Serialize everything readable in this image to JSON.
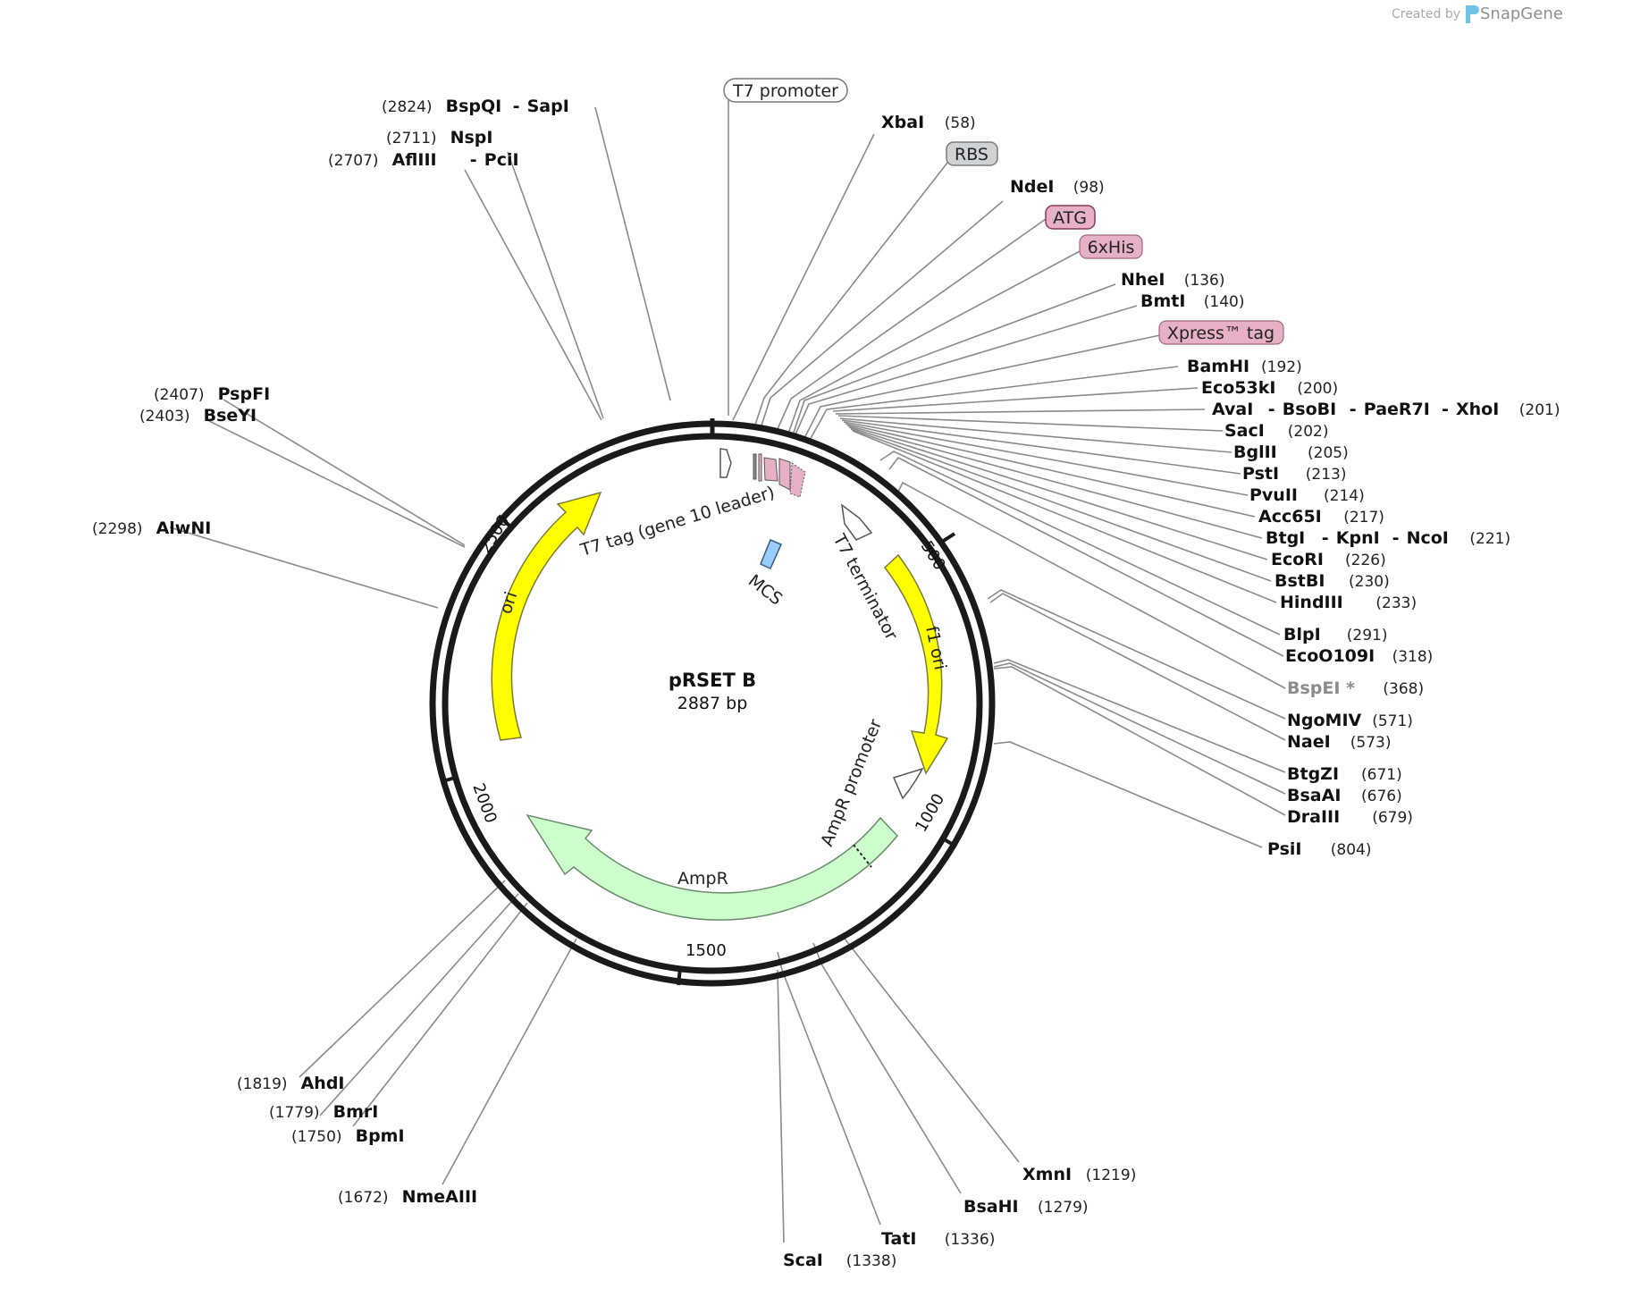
{
  "credit": {
    "prefix": "Created by",
    "brand": "SnapGene"
  },
  "plasmid": {
    "name": "pRSET B",
    "length_label": "2887 bp"
  },
  "ticks": [
    "500",
    "1000",
    "1500",
    "2000",
    "2500"
  ],
  "feature_labels": {
    "t7_promoter": "T7 promoter",
    "rbs": "RBS",
    "atg": "ATG",
    "his6": "6xHis",
    "xpress": "Xpress™ tag",
    "t7_tag": "T7 tag (gene 10 leader)",
    "mcs": "MCS",
    "t7_terminator": "T7 terminator",
    "f1_ori": "f1 ori",
    "ampr_promoter": "AmpR promoter",
    "ampr": "AmpR",
    "ori": "ori"
  },
  "sites": [
    {
      "id": "bspqi",
      "names": [
        "BspQI",
        "SapI"
      ],
      "pos": "(2824)"
    },
    {
      "id": "nspi",
      "names": [
        "NspI"
      ],
      "pos": "(2711)"
    },
    {
      "id": "aflii",
      "names": [
        "AflIII",
        "PciI"
      ],
      "pos": "(2707)"
    },
    {
      "id": "pspfi",
      "names": [
        "PspFI"
      ],
      "pos": "(2407)"
    },
    {
      "id": "bseyi",
      "names": [
        "BseYI"
      ],
      "pos": "(2403)"
    },
    {
      "id": "alwni",
      "names": [
        "AlwNI"
      ],
      "pos": "(2298)"
    },
    {
      "id": "xbai",
      "names": [
        "XbaI"
      ],
      "pos": "(58)"
    },
    {
      "id": "ndei",
      "names": [
        "NdeI"
      ],
      "pos": "(98)"
    },
    {
      "id": "nhei",
      "names": [
        "NheI"
      ],
      "pos": "(136)"
    },
    {
      "id": "bmti",
      "names": [
        "BmtI"
      ],
      "pos": "(140)"
    },
    {
      "id": "bamhi",
      "names": [
        "BamHI"
      ],
      "pos": "(192)"
    },
    {
      "id": "eco53ki",
      "names": [
        "Eco53kI"
      ],
      "pos": "(200)"
    },
    {
      "id": "avai",
      "names": [
        "AvaI",
        "BsoBI",
        "PaeR7I",
        "XhoI"
      ],
      "pos": "(201)"
    },
    {
      "id": "saci",
      "names": [
        "SacI"
      ],
      "pos": "(202)"
    },
    {
      "id": "bglii",
      "names": [
        "BglII"
      ],
      "pos": "(205)"
    },
    {
      "id": "psti",
      "names": [
        "PstI"
      ],
      "pos": "(213)"
    },
    {
      "id": "pvuii",
      "names": [
        "PvuII"
      ],
      "pos": "(214)"
    },
    {
      "id": "acc65i",
      "names": [
        "Acc65I"
      ],
      "pos": "(217)"
    },
    {
      "id": "btgi",
      "names": [
        "BtgI",
        "KpnI",
        "NcoI"
      ],
      "pos": "(221)"
    },
    {
      "id": "ecori",
      "names": [
        "EcoRI"
      ],
      "pos": "(226)"
    },
    {
      "id": "bstbi",
      "names": [
        "BstBI"
      ],
      "pos": "(230)"
    },
    {
      "id": "hindiii",
      "names": [
        "HindIII"
      ],
      "pos": "(233)"
    },
    {
      "id": "blpi",
      "names": [
        "BlpI"
      ],
      "pos": "(291)"
    },
    {
      "id": "ecoo109i",
      "names": [
        "EcoO109I"
      ],
      "pos": "(318)"
    },
    {
      "id": "bspei",
      "names": [
        "BspEI *"
      ],
      "pos": "(368)",
      "dim": true
    },
    {
      "id": "ngomiv",
      "names": [
        "NgoMIV"
      ],
      "pos": "(571)"
    },
    {
      "id": "naei",
      "names": [
        "NaeI"
      ],
      "pos": "(573)"
    },
    {
      "id": "btgzi",
      "names": [
        "BtgZI"
      ],
      "pos": "(671)"
    },
    {
      "id": "bsaai",
      "names": [
        "BsaAI"
      ],
      "pos": "(676)"
    },
    {
      "id": "draiii",
      "names": [
        "DraIII"
      ],
      "pos": "(679)"
    },
    {
      "id": "psii",
      "names": [
        "PsiI"
      ],
      "pos": "(804)"
    },
    {
      "id": "xmni",
      "names": [
        "XmnI"
      ],
      "pos": "(1219)"
    },
    {
      "id": "bsahi",
      "names": [
        "BsaHI"
      ],
      "pos": "(1279)"
    },
    {
      "id": "tati",
      "names": [
        "TatI"
      ],
      "pos": "(1336)"
    },
    {
      "id": "scai",
      "names": [
        "ScaI"
      ],
      "pos": "(1338)"
    },
    {
      "id": "ahdi",
      "names": [
        "AhdI"
      ],
      "pos": "(1819)"
    },
    {
      "id": "bmri",
      "names": [
        "BmrI"
      ],
      "pos": "(1779)"
    },
    {
      "id": "bpmi",
      "names": [
        "BpmI"
      ],
      "pos": "(1750)"
    },
    {
      "id": "nmeaiii",
      "names": [
        "NmeAIII"
      ],
      "pos": "(1672)"
    }
  ],
  "colors": {
    "backbone": "#1a1a1a",
    "ori": "#ffff00",
    "f1_ori": "#ffff00",
    "ampr": "#ccffcc",
    "mcs": "#99ccff",
    "tag": "#e6b0c6",
    "rbs": "#cfd3d6",
    "leader": "#8a8a8a"
  }
}
